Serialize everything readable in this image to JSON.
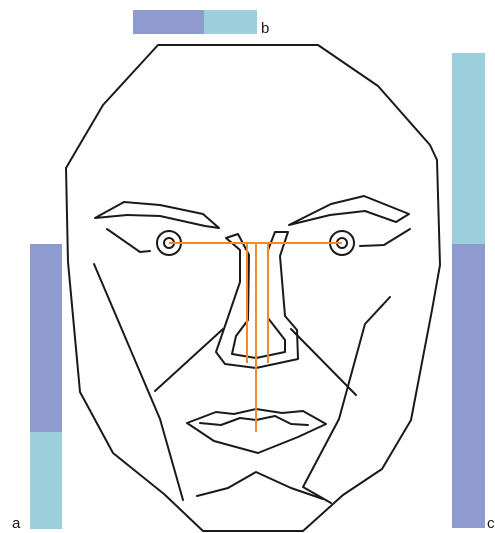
{
  "labels": {
    "a": "a",
    "b": "b",
    "c": "c"
  },
  "colors": {
    "proportion_dark": "#8f9bcf",
    "proportion_light": "#9ccfdc",
    "guide_line": "#f08a2c",
    "outline": "#1a1a1a",
    "background": "#ffffff"
  },
  "proportion_bars": {
    "a": {
      "orientation": "vertical",
      "segments": [
        "dark",
        "light"
      ],
      "dark_fraction": 0.66
    },
    "b": {
      "orientation": "horizontal",
      "segments": [
        "dark",
        "light"
      ],
      "dark_fraction": 0.57
    },
    "c": {
      "orientation": "vertical",
      "segments": [
        "light",
        "dark"
      ],
      "dark_fraction": 0.61
    }
  }
}
